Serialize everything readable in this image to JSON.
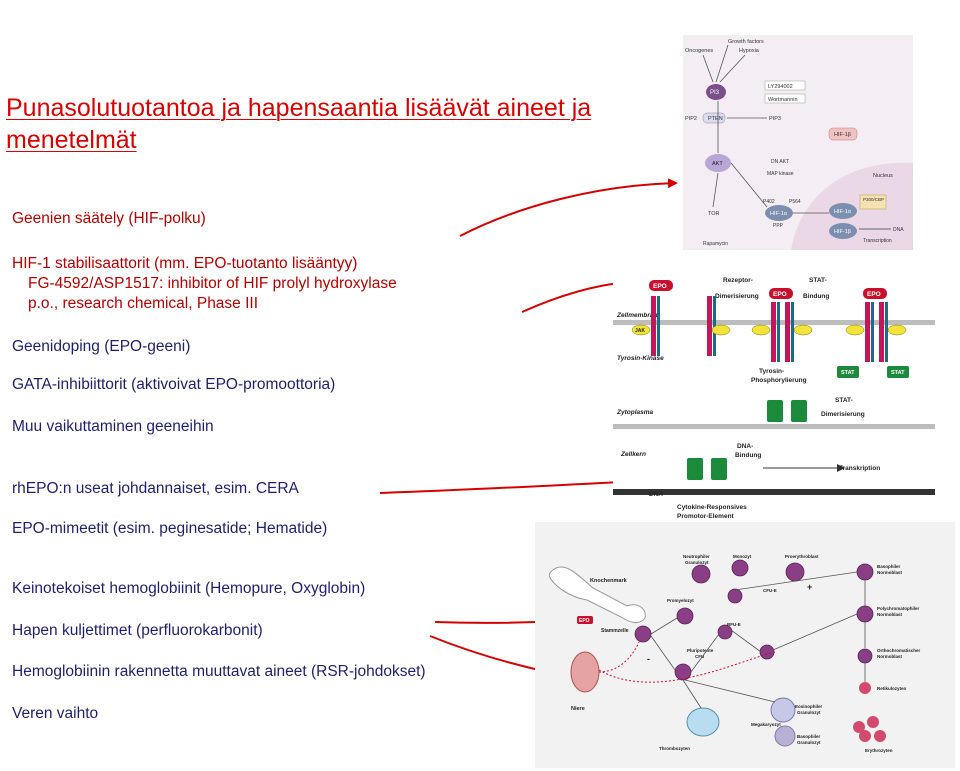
{
  "title": "Punasolutuotantoa ja hapensaantia lisäävät aineet ja menetelmät",
  "items": [
    "Geenien säätely (HIF-polku)",
    "HIF-1 stabilisaattorit (mm. EPO-tuotanto lisääntyy)",
    "FG-4592/ASP1517: inhibitor of HIF prolyl hydroxylase",
    "p.o., research chemical, Phase III",
    "Geenidoping (EPO-geeni)",
    "GATA-inhibiittorit (aktivoivat EPO-promoottoria)",
    "Muu vaikuttaminen geeneihin",
    "rhEPO:n useat johdannaiset, esim. CERA",
    "EPO-mimeetit (esim. peginesatide; Hematide)",
    "Keinotekoiset hemoglobiinit (Hemopure, Oxyglobin)",
    "Hapen kuljettimet (perfluorokarbonit)",
    "Hemoglobiinin rakennetta muuttavat aineet (RSR-johdokset)",
    "Veren vaihto"
  ],
  "colors": {
    "title": "#d80000",
    "red_text": "#b50000",
    "navy_text": "#1f1f6e",
    "arrow": "#d50000"
  },
  "hif_figure": {
    "labels": [
      "Growth factors",
      "Oncogenes",
      "Hypoxia",
      "PI3",
      "LY294002",
      "Wortmannin",
      "PIP2",
      "PTEN",
      "PIP3",
      "HIF-1β",
      "AKT",
      "DN AKT",
      "MAP kinase",
      "Nucleus",
      "P402",
      "P564",
      "HIF-1α",
      "TOR",
      "PPP",
      "HIF-1α",
      "P300/CBP",
      "HIF-1β",
      "DNA",
      "Transcription",
      "Rapamycin"
    ]
  },
  "epo_figure": {
    "labels": [
      "Rezeptor-",
      "Dimerisierung",
      "STAT-",
      "Bindung",
      "EPO",
      "EPO",
      "EPO",
      "Zellmembran",
      "JAK",
      "Tyrosin-Kinase",
      "Tyrosin-",
      "Phosphorylierung",
      "STAT",
      "STAT",
      "STAT-",
      "Dimerisierung",
      "Zytoplasma",
      "DNA-",
      "Bindung",
      "Zellkern",
      "Transkription",
      "DNA",
      "Cytokine-Responsives",
      "Promotor-Element"
    ]
  },
  "blood_figure": {
    "labels": [
      "Knochenmark",
      "EPO",
      "Stammzelle",
      "Niere",
      "Neutrophiler",
      "Granulozyt",
      "Monozyt",
      "Proerythroblast",
      "Basophiler",
      "Normoblast",
      "Promyelozyt",
      "CFU-E",
      "BFU-E",
      "Polychromatophiler",
      "Normoblast",
      "Pluripotente",
      "CFU",
      "Orthochromatischer",
      "Normoblast",
      "Retikulozyten",
      "Eosinophiler",
      "Granulozyt",
      "Megakaryozyt",
      "Basophiler",
      "Granulozyt",
      "Thrombozyten",
      "Erythrozyten",
      "+",
      "-"
    ]
  }
}
